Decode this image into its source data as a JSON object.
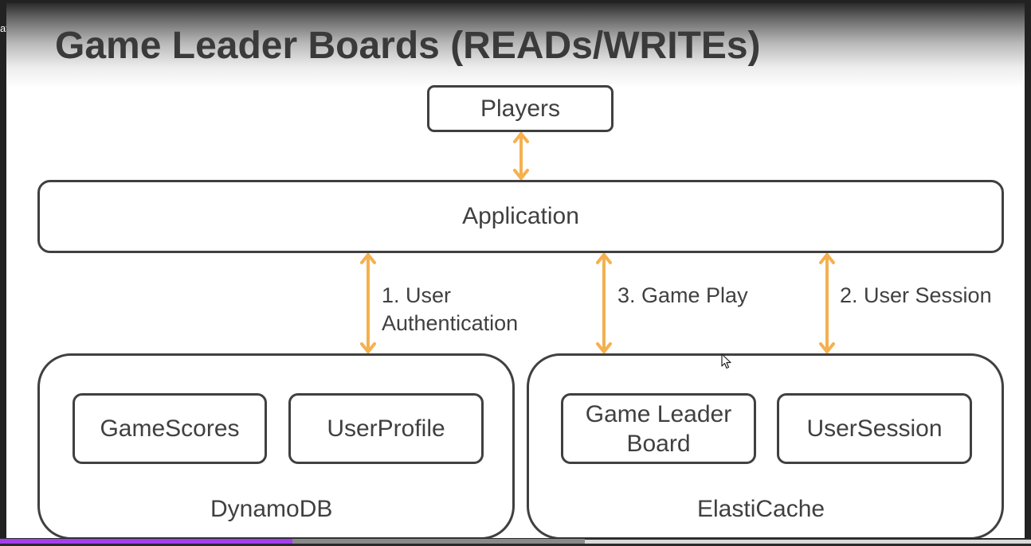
{
  "side_label": "atures",
  "title": "Game Leader Boards (READs/WRITEs)",
  "nodes": {
    "players": "Players",
    "application": "Application",
    "game_scores": "GameScores",
    "user_profile": "UserProfile",
    "game_leader_board": "Game Leader Board",
    "user_session": "UserSession"
  },
  "groups": {
    "dynamodb": "DynamoDB",
    "elasticache": "ElastiCache"
  },
  "edges": {
    "user_auth_line1": "1. User",
    "user_auth_line2": "Authentication",
    "game_play": "3. Game Play",
    "user_session": "2. User Session"
  },
  "colors": {
    "arrow": "#F5B04F",
    "border": "#404040",
    "text": "#404040",
    "title": "#3A3A3A",
    "progress_played": "#A43EF0"
  },
  "progress": {
    "played_fraction": 0.284,
    "buffered_fraction": 0.567
  }
}
